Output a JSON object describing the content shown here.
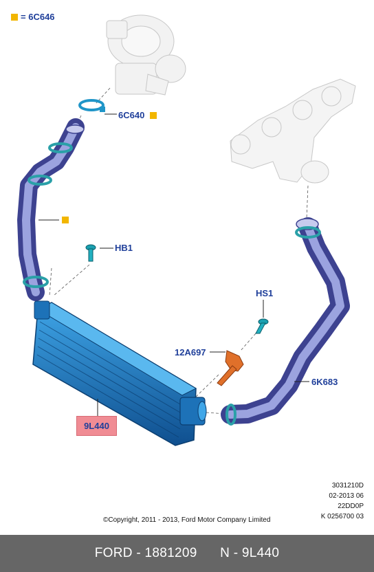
{
  "legend": {
    "code": "6C646",
    "equals": "="
  },
  "callouts": {
    "6C640": "6C640",
    "HB1": "HB1",
    "HS1": "HS1",
    "12A697": "12A697",
    "6K683": "6K683",
    "9L440": "9L440"
  },
  "colors": {
    "marker": "#f2b600",
    "label": "#1f3f9a",
    "highlight": "#f08c94",
    "footer": "#666666"
  },
  "meta": {
    "line1": "3031210D",
    "line2": "02-2013 06",
    "line3": "22DD0P",
    "line4": "K 0256700 03"
  },
  "copyright": "©Copyright, 2011 - 2013, Ford Motor Company Limited",
  "footer": {
    "left": "FORD - 1881209",
    "right": "N - 9L440"
  }
}
